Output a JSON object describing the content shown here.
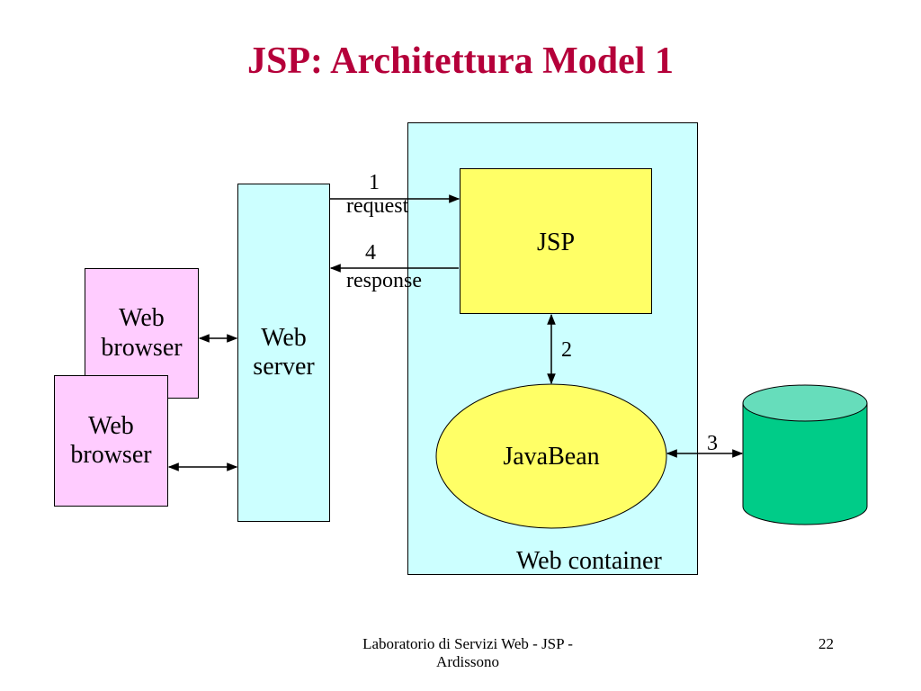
{
  "title": "JSP: Architettura Model 1",
  "diagram": {
    "web_container_label": "Web container",
    "jsp_label": "JSP",
    "javabean_label": "JavaBean",
    "web_server_label_line1": "Web",
    "web_server_label_line2": "server",
    "browser_label_line1": "Web",
    "browser_label_line2": "browser",
    "step1_number": "1",
    "step1_label": "request",
    "step4_number": "4",
    "step4_label": "response",
    "step2_number": "2",
    "step3_number": "3"
  },
  "footer": {
    "text_line1": "Laboratorio di Servizi Web - JSP -",
    "text_line2": "Ardissono",
    "page_number": "22"
  },
  "colors": {
    "title": "#b5003a",
    "web_container_fill": "#ccffff",
    "web_server_fill": "#ccffff",
    "jsp_fill": "#ffff66",
    "javabean_fill": "#ffff66",
    "browser_fill": "#ffccff",
    "database_top": "#66ddbb",
    "database_body": "#00cc88"
  }
}
